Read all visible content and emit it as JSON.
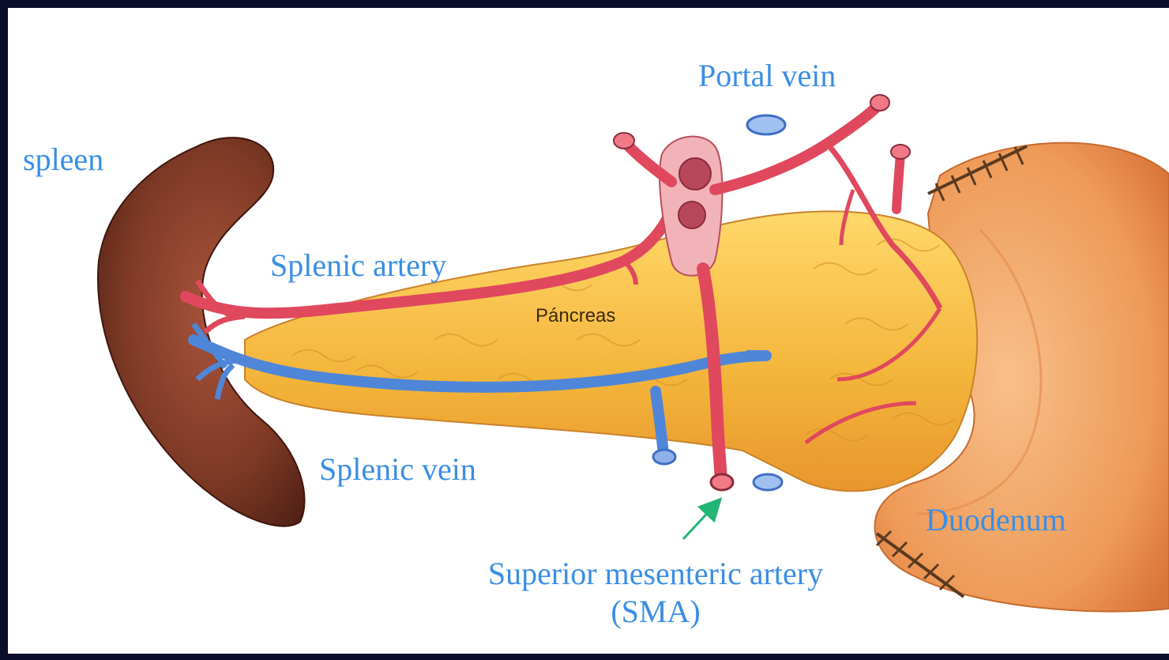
{
  "labels": {
    "portal_vein": "Portal vein",
    "spleen": "spleen",
    "splenic_artery": "Splenic artery",
    "pancreas": "Páncreas",
    "splenic_vein": "Splenic vein",
    "duodenum": "Duodenum",
    "sma_line1": "Superior mesenteric artery",
    "sma_line2": "(SMA)"
  },
  "colors": {
    "label_text": "#3a8ee6",
    "artery": "#e0485e",
    "vein": "#4f86d8",
    "pancreas": "#f2b73a",
    "spleen": "#7a3422",
    "duodenum": "#f0a060",
    "arrow": "#22b573"
  }
}
